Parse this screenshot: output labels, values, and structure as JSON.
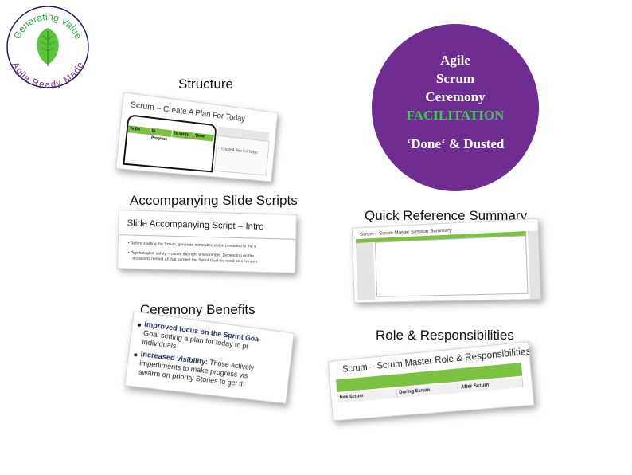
{
  "logo": {
    "top_text": "Generating Value",
    "bottom_text": "Agile Ready Made",
    "ring_color": "#1f1f5e",
    "top_text_color": "#2aa84a",
    "bottom_text_color": "#7a2a90",
    "icon": "green-leaf-icon"
  },
  "badge": {
    "line1": "Agile",
    "line2": "Scrum",
    "line3": "Ceremony",
    "line4": "FACILITATION",
    "line5": "‘Done‘ & Dusted",
    "background": "#6f2c91",
    "highlight_color": "#3ec64e"
  },
  "sections": {
    "structure": "Structure",
    "scripts": "Accompanying Slide Scripts",
    "quick": "Quick Reference Summary",
    "benefits": "Ceremony Benefits",
    "role": "Role & Responsibilities"
  },
  "structure_card": {
    "title": "Scrum – Create A Plan For Today",
    "columns": [
      "To Do",
      "In Progress",
      "To Verify",
      "'Done'"
    ],
    "side_text": "• Create A Plan For Today:"
  },
  "scripts_card": {
    "title": "Slide Accompanying Script – Intro",
    "bullet1": "• Before starting the Scrum, generate some discussion unrelated to the s",
    "bullet2": "• Psychological safety – create the right environment. Depending on the",
    "bullet2_cont": "occasions remind all that to meet the Sprint Goal we need an environm"
  },
  "quick_card": {
    "title": "Scrum – Scrum Master Session Summary"
  },
  "benefits_card": {
    "item1_bold": "Improved focus on the Sprint Goa",
    "item1_text": "Goal setting a plan for today to pr",
    "item1_text2": "individuals",
    "item2_bold": "Increased visibility:",
    "item2_text": " Those actively",
    "item2_text2": "impediments to make progress vis",
    "item2_text3": "swarm on priority Stories to get th"
  },
  "role_card": {
    "title": "Scrum – Scrum Master Role & Responsibilities",
    "columns": [
      "fore Scrum",
      "During Scrum",
      "After Scrum"
    ]
  }
}
